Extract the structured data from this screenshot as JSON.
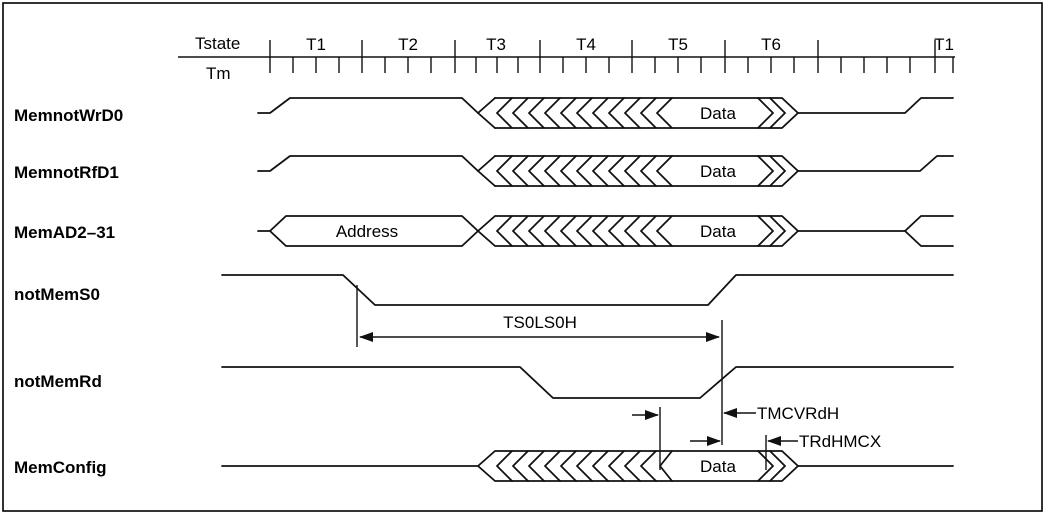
{
  "header": {
    "tstate_label": "Tstate",
    "tm_label": "Tm",
    "t_states": [
      "T1",
      "T2",
      "T3",
      "T4",
      "T5",
      "T6",
      "T1"
    ]
  },
  "signals": [
    "MemnotWrD0",
    "MemnotRfD1",
    "MemAD2–31",
    "notMemS0",
    "notMemRd",
    "MemConfig"
  ],
  "labels": {
    "address": "Address",
    "data": "Data"
  },
  "timing": {
    "ts0ls0h": "TS0LS0H",
    "tmcvrdh": "TMCVRdH",
    "trdhmcx": "TRdHMCX"
  }
}
